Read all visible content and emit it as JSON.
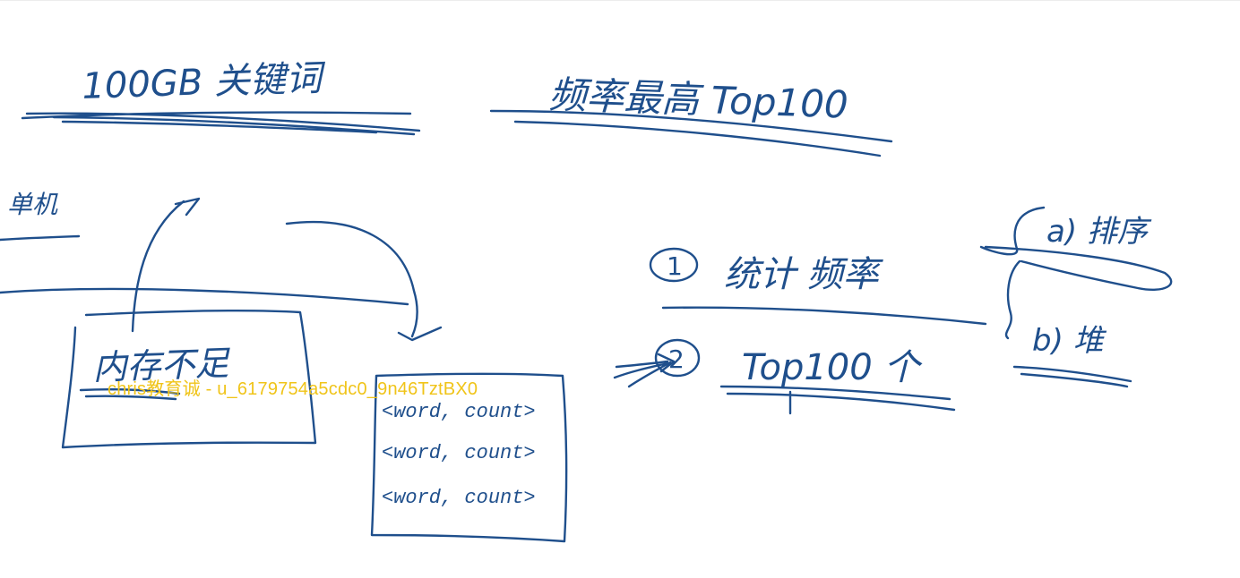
{
  "watermark": "chris教育诚 - u_6179754a5cdc0_9n46TztBX0",
  "ink_color": "#1f4f8c",
  "watermark_color": "#f0c419",
  "handwriting": {
    "title_left": "100GB 关键词",
    "title_right": "频率最高 Top100",
    "single_machine": "单机",
    "memory_box": "内存不足",
    "pair_1": "<word, count>",
    "pair_2": "<word, count>",
    "pair_3": "<word, count>",
    "step_1_num": "1",
    "step_1": "统计 频率",
    "step_2_num": "2",
    "step_2": "Top100 个",
    "option_a": "a) 排序",
    "option_b": "b) 堆"
  }
}
